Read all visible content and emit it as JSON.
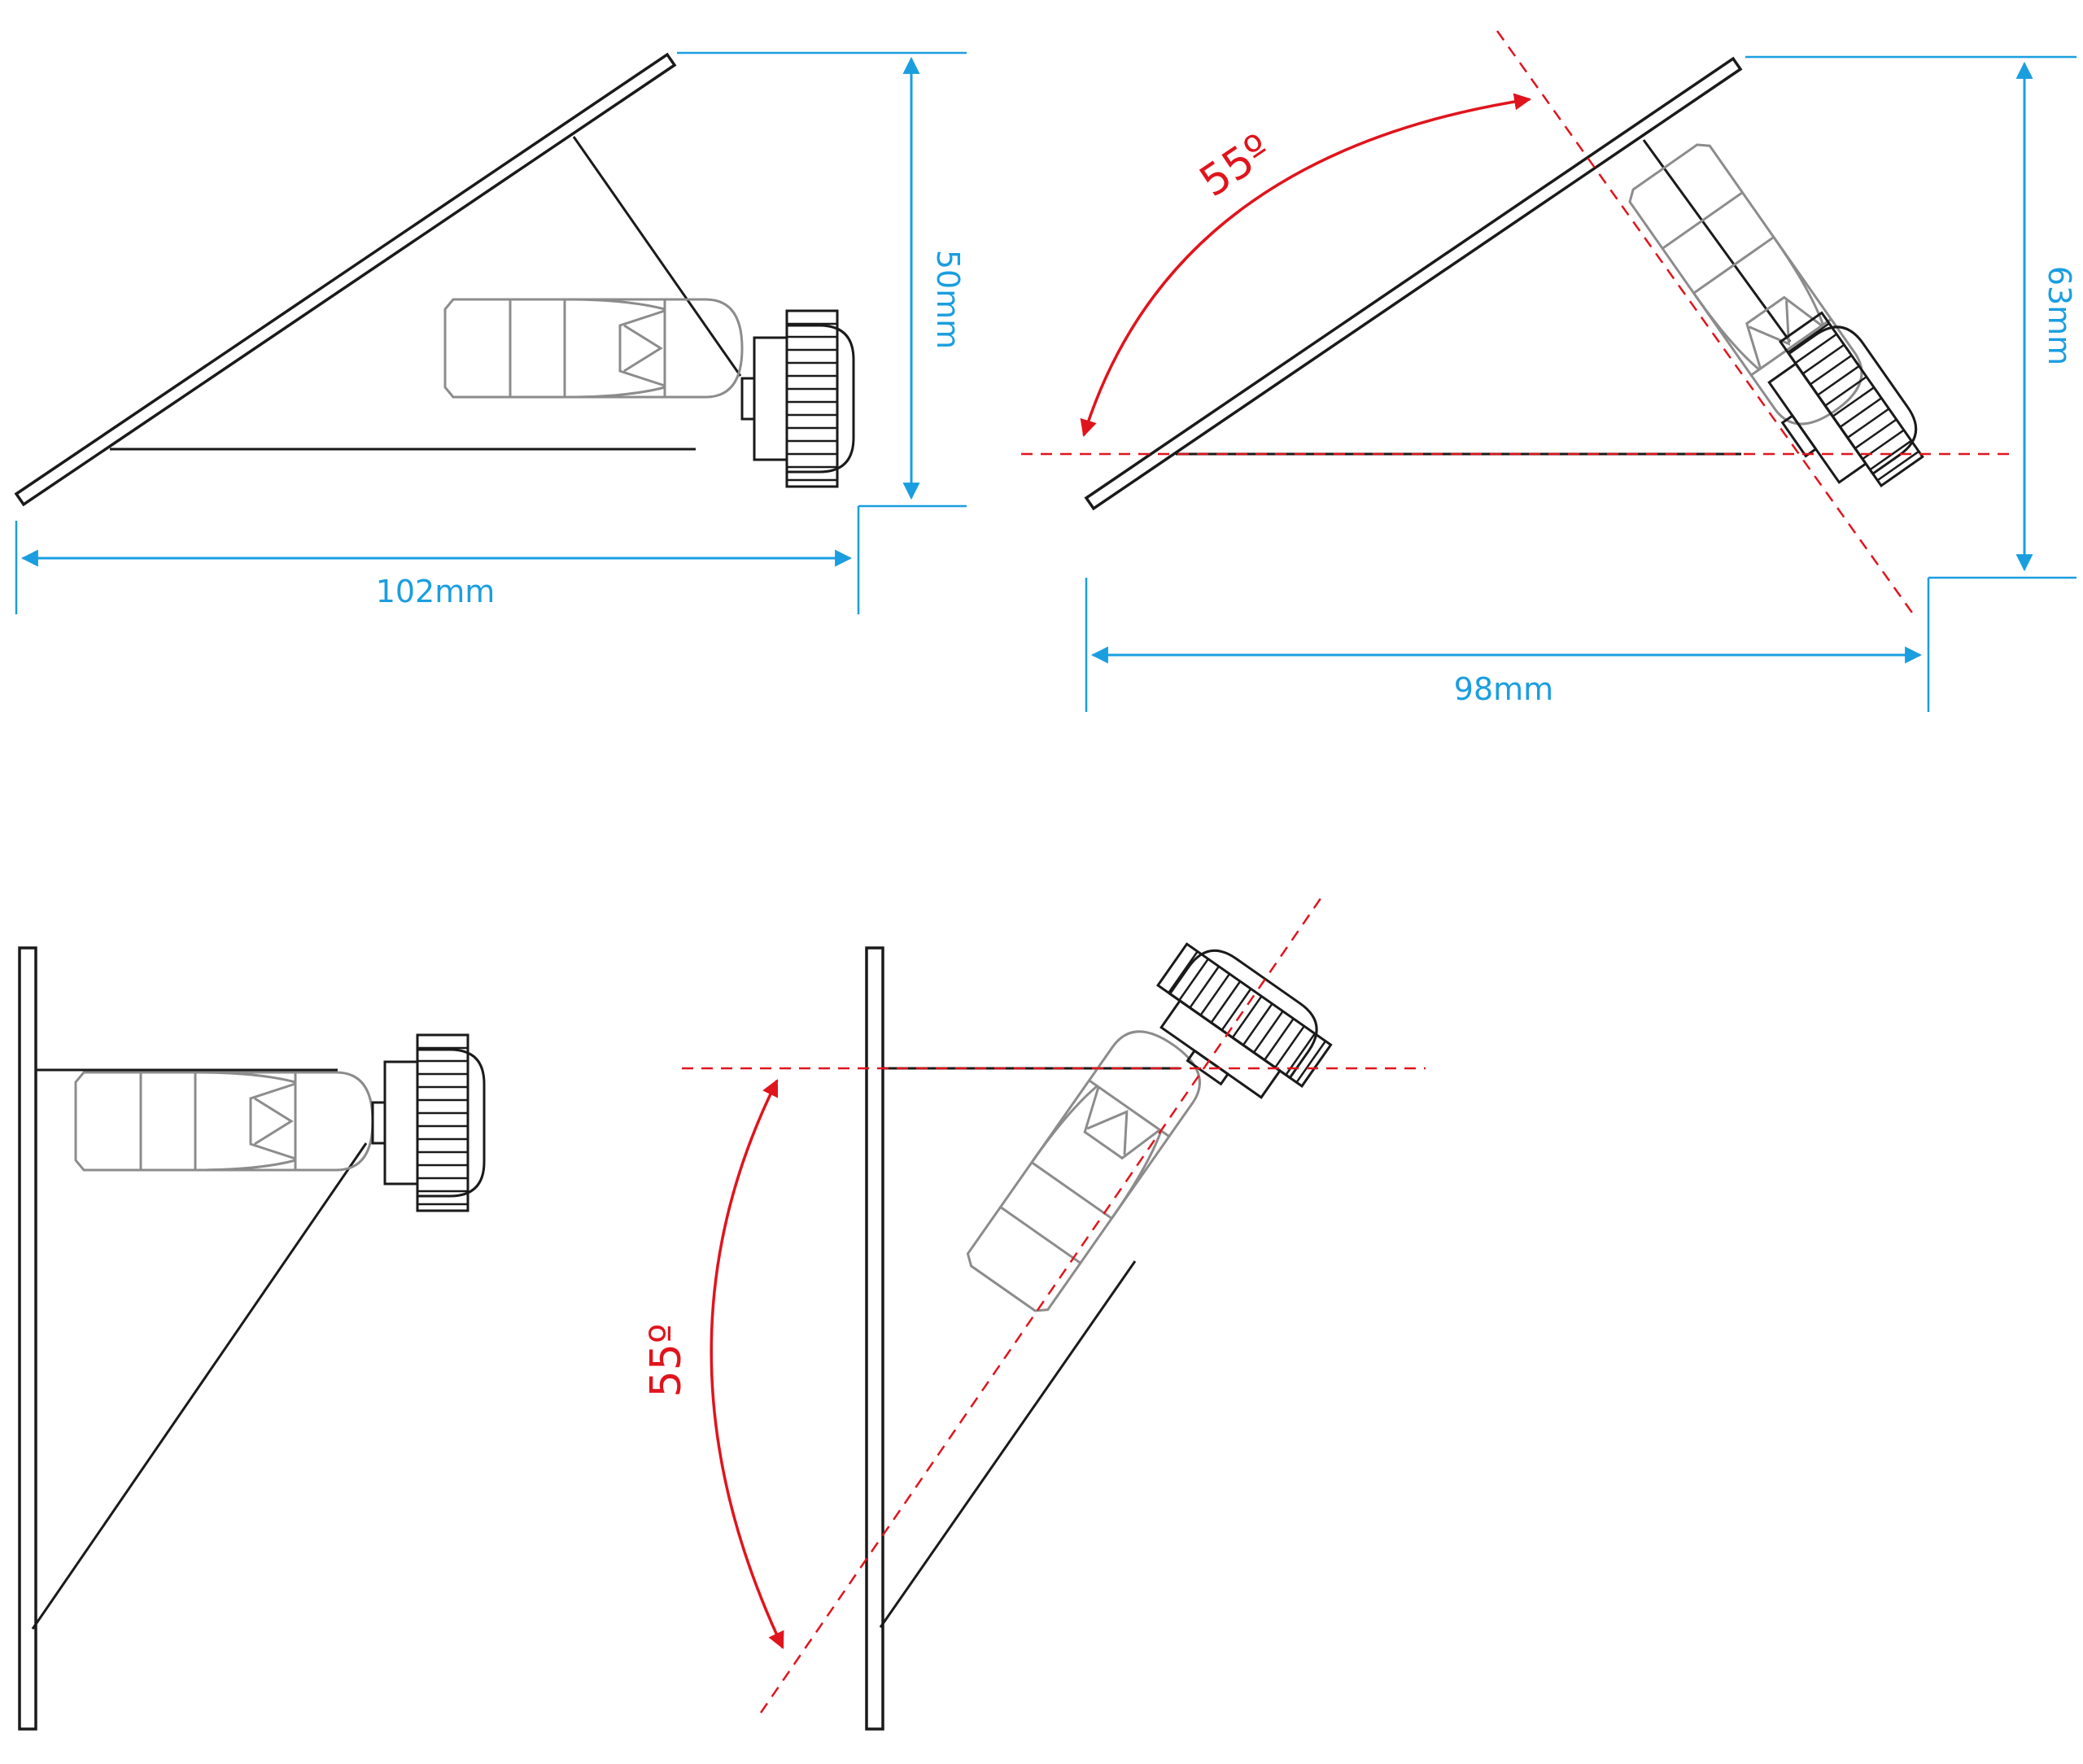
{
  "labels": {
    "d1_width": "102mm",
    "d1_height": "50mm",
    "d2_width": "98mm",
    "d2_height": "63mm",
    "d2_angle": "55º",
    "d4_angle": "55º"
  },
  "colors": {
    "dimension": "#1a9ee0",
    "angle": "#e0141c",
    "outline": "#1a1a1a",
    "camera": "#8c8c8c"
  }
}
